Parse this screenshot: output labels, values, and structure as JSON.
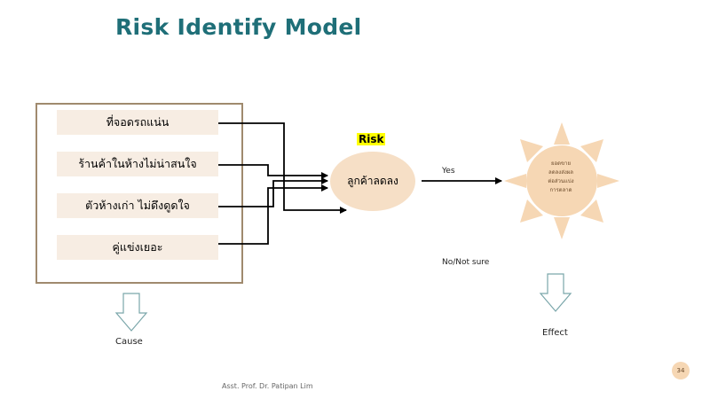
{
  "title": "Risk Identify Model",
  "causes": [
    "ที่จอดรถแน่น",
    "ร้านค้าในห้างไม่น่าสนใจ",
    "ตัวห้างเก่า ไม่ดึงดูดใจ",
    "คู่แข่งเยอะ"
  ],
  "cause_label": "Cause",
  "risk_label": "Risk",
  "risk_node": "ลูกค้าลดลง",
  "yes_label": "Yes",
  "no_label": "No/Not sure",
  "effect_text": [
    "ยอดขาย",
    "ลดลงส่งผล",
    "ต่อส่วนแบ่ง",
    "การตลาด"
  ],
  "effect_label": "Effect",
  "footer": "Asst. Prof. Dr. Patipan Lim",
  "page_number": "34",
  "colors": {
    "title": "#1f6f78",
    "cause_fill": "#f7ede3",
    "risk_fill": "#f6dfc6",
    "sun_fill": "#f6d7b4",
    "highlight": "#ffff00",
    "box_border": "#a08a6e",
    "down_arrow": "#7aa6aa"
  }
}
